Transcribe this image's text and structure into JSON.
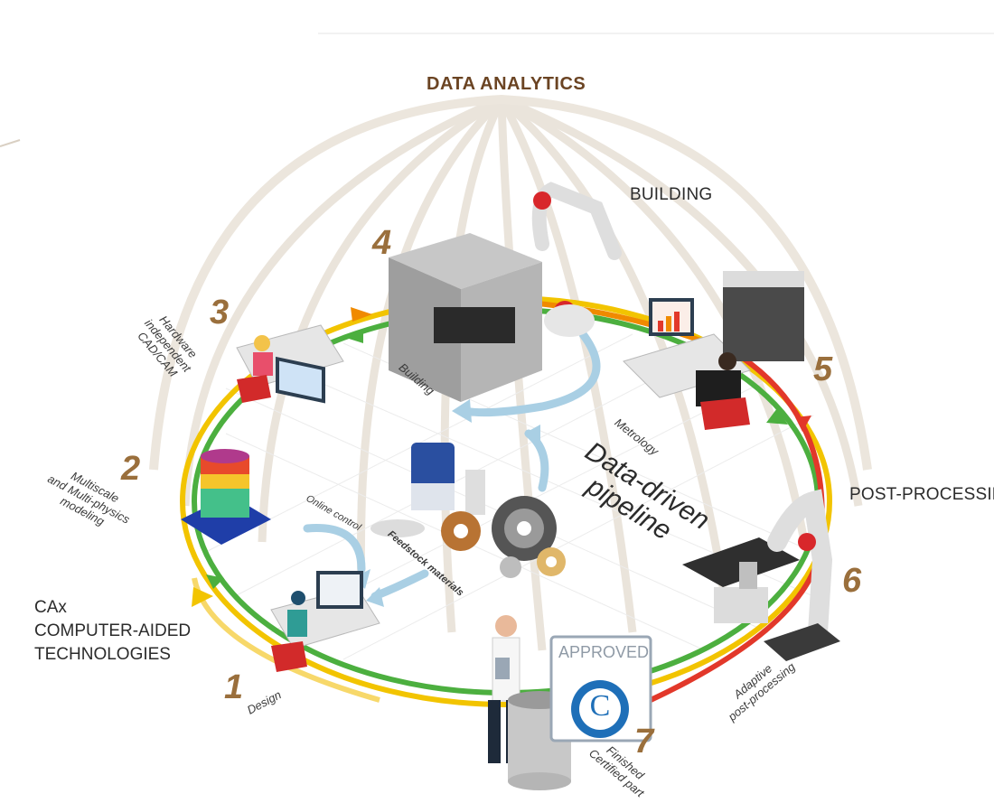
{
  "top_title": "DATA ANALYTICS",
  "headings": {
    "building": "BUILDING",
    "post_processing": "POST-PROCESSING",
    "cax": "CAx",
    "cax_line2": "COMPUTER-AIDED",
    "cax_line3": "TECHNOLOGIES"
  },
  "steps": [
    {
      "number": "1",
      "caption": "Design"
    },
    {
      "number": "2",
      "caption_lines": [
        "Multiscale",
        "and Multi-physics",
        "modeling"
      ]
    },
    {
      "number": "3",
      "caption_lines": [
        "Hardware",
        "independent",
        "CAD/CAM"
      ]
    },
    {
      "number": "4",
      "caption": "Building"
    },
    {
      "number": "5",
      "caption": "Metrology"
    },
    {
      "number": "6",
      "caption_lines": [
        "Adaptive",
        "post-processing"
      ]
    },
    {
      "number": "7",
      "caption_lines": [
        "Finished",
        "Certified part"
      ]
    }
  ],
  "center": {
    "pipeline_line1": "Data-driven",
    "pipeline_line2": "pipeline",
    "feedstock": "Feedstock materials",
    "online_control": "Online control"
  },
  "badge": {
    "text": "APPROVED",
    "letter": "C"
  },
  "colors": {
    "ring_yellow": "#f2c400",
    "ring_orange": "#f08a00",
    "ring_green": "#4caf3f",
    "ring_red": "#e2382a",
    "dome_lines": "#e3dcd2",
    "accent_brown": "#6b4423",
    "number_brown": "#9a6f3c",
    "flow_arrow": "#a9cfe4"
  }
}
